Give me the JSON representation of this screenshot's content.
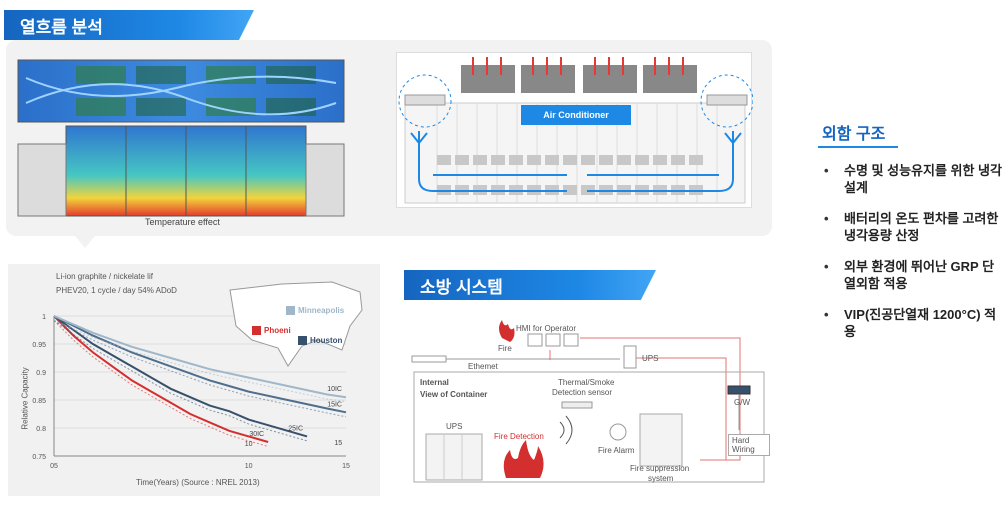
{
  "headers": {
    "heat_flow": "열흐름 분석",
    "fire": "소방 시스템",
    "exterior": "외함 구조"
  },
  "heat_panel": {
    "caption": "Temperature effect",
    "air_conditioner": "Air Conditioner"
  },
  "exterior_items": [
    "수명 및 성능유지를 위한 냉각설계",
    "배터리의 온도 편차를 고려한 냉각용량 산정",
    "외부 환경에 뛰어난 GRP 단열외함 적용",
    "VIP(진공단열재 1200°C) 적용"
  ],
  "fire_panel": {
    "hmi": "HMI for Operator",
    "fire_small": "Fire",
    "ethernet": "Ethemet",
    "ups_top": "UPS",
    "internal_1": "Internal",
    "internal_2": "View of Container",
    "thermal_1": "Thermal/Smoke",
    "thermal_2": "Detection sensor",
    "gw": "G/W",
    "hard_wiring": "Hard Wiring",
    "ups_inner": "UPS",
    "fire_detection": "Fire Detection",
    "fire_alarm": "Fire Alarm",
    "suppression_1": "Fire suppression",
    "suppression_2": "system"
  },
  "chart_data": {
    "type": "line",
    "title": "Li-ion graphite / nickelate lif",
    "subtitle": "PHEV20, 1 cycle / day 54% ADoD",
    "xlabel": "Time(Years) (Source : NREL 2013)",
    "ylabel": "Relative Capacity",
    "xlim": [
      0,
      15
    ],
    "ylim": [
      0.75,
      1.0
    ],
    "x_ticks": [
      "05",
      "10",
      "15"
    ],
    "y_ticks": [
      "0.75",
      "0.8",
      "0.85",
      "0.9",
      "0.95",
      "1"
    ],
    "map_labels": {
      "minneapolis": "Minneapolis",
      "phoenix": "Phoeni",
      "houston": "Houston"
    },
    "series": [
      {
        "name": "30IC",
        "color": "#d32f2f",
        "x": [
          0,
          1,
          2,
          3,
          4,
          5,
          6,
          7,
          8,
          9,
          10,
          11
        ],
        "y": [
          1.0,
          0.965,
          0.935,
          0.91,
          0.885,
          0.865,
          0.845,
          0.825,
          0.81,
          0.795,
          0.785,
          0.775
        ]
      },
      {
        "name": "25IC",
        "color": "#37506b",
        "x": [
          0,
          1,
          2,
          3,
          4,
          5,
          6,
          7,
          8,
          9,
          10,
          11,
          12,
          13
        ],
        "y": [
          1.0,
          0.975,
          0.95,
          0.93,
          0.91,
          0.89,
          0.87,
          0.855,
          0.84,
          0.83,
          0.815,
          0.805,
          0.795,
          0.785
        ]
      },
      {
        "name": "15IC",
        "color": "#4f6e8c",
        "x": [
          0,
          2,
          4,
          6,
          8,
          10,
          12,
          14,
          15
        ],
        "y": [
          1.0,
          0.965,
          0.935,
          0.91,
          0.885,
          0.865,
          0.85,
          0.835,
          0.828
        ]
      },
      {
        "name": "10IC",
        "color": "#9fb7c8",
        "x": [
          0,
          2,
          4,
          6,
          8,
          10,
          12,
          14,
          15
        ],
        "y": [
          1.0,
          0.97,
          0.945,
          0.925,
          0.905,
          0.89,
          0.875,
          0.86,
          0.855
        ]
      }
    ],
    "tick_points": [
      "10",
      "15"
    ]
  },
  "colors": {
    "accent": "#1e88e5",
    "fire_red": "#d32f2f",
    "arrow_red": "#e53935"
  }
}
